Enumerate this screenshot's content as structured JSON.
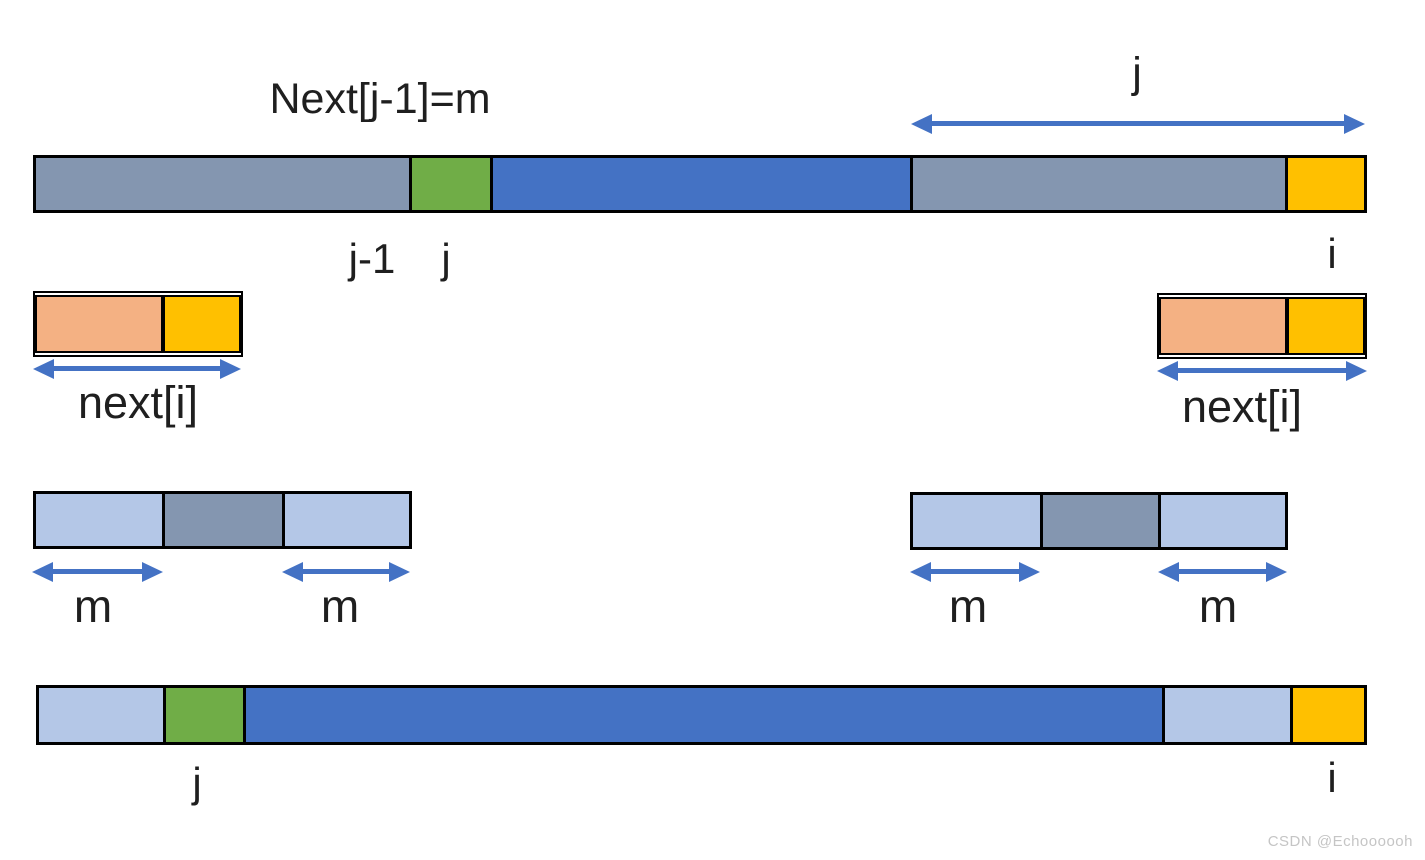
{
  "palette": {
    "slate": "#8496B0",
    "green": "#70AD47",
    "blue": "#4472C4",
    "yellow": "#FFC000",
    "peach": "#F4B183",
    "light_blue": "#B4C7E7",
    "outline": "#000000",
    "arrow": "#4472C4",
    "text": "#1F1F1F",
    "watermark_color": "#C5C5C5"
  },
  "annotations": {
    "formula": "Next[j-1]=m",
    "top_span_label": "j",
    "row1": {
      "j_minus_1": "j-1",
      "j": "j",
      "i": "i"
    },
    "next_left_label": "next[i]",
    "next_right_label": "next[i]",
    "m_left_1": "m",
    "m_left_2": "m",
    "m_right_1": "m",
    "m_right_2": "m",
    "bottom": {
      "j": "j",
      "i": "i"
    }
  },
  "bars": {
    "top": {
      "segments": [
        "slate",
        "green",
        "blue",
        "slate",
        "yellow"
      ]
    },
    "next_left": {
      "segments": [
        "peach",
        "yellow"
      ]
    },
    "next_right": {
      "segments": [
        "peach",
        "yellow"
      ]
    },
    "mid_left": {
      "segments": [
        "light_blue",
        "slate",
        "light_blue"
      ]
    },
    "mid_right": {
      "segments": [
        "light_blue",
        "slate",
        "light_blue"
      ]
    },
    "bottom": {
      "segments": [
        "light_blue",
        "green",
        "blue",
        "light_blue",
        "yellow"
      ]
    }
  },
  "watermark": "CSDN @Echoooooh"
}
